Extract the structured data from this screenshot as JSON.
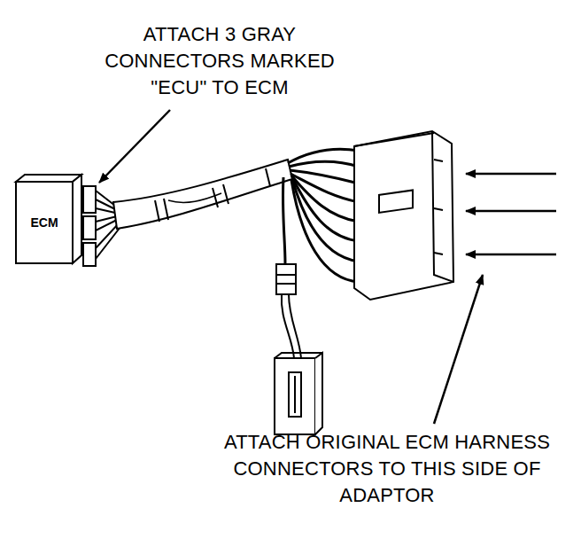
{
  "diagram": {
    "nodes": [
      {
        "text": [
          "ECM"
        ]
      }
    ],
    "labels": [
      "ATTACH 3 GRAY CONNECTORS MARKED \"ECU\" TO ECM",
      "ATTACH ORIGINAL ECM HARNESS CONNECTORS TO THIS SIDE OF ADAPTOR"
    ]
  }
}
